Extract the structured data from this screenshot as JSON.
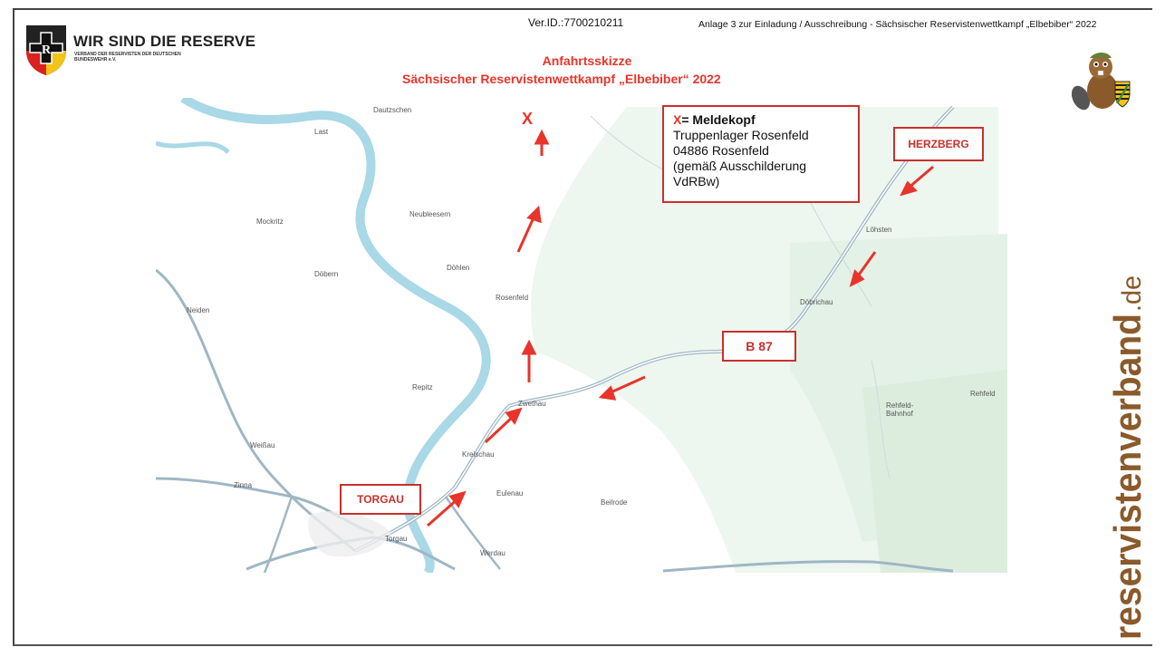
{
  "header": {
    "org_title": "WIR SIND DIE RESERVE",
    "org_subtitle": "VERBAND DER RESERVISTEN DER DEUTSCHEN BUNDESWEHR e.V.",
    "version_id": "Ver.ID.:7700210211",
    "annex": "Anlage 3 zur Einladung / Ausschreibung - Sächsischer Reservistenwettkampf „Elbebiber“ 2022"
  },
  "title": {
    "line1": "Anfahrtsskizze",
    "line2": "Sächsischer Reservistenwettkampf „Elbebiber“ 2022"
  },
  "legend": {
    "marker": "X",
    "marker_label": "= Meldekopf",
    "line1": "Truppenlager Rosenfeld",
    "line2": "04886 Rosenfeld",
    "line3": "(gemäß Ausschilderung",
    "line4": "VdRBw)"
  },
  "callouts": {
    "herzberg": "HERZBERG",
    "b87": "B 87",
    "torgau": "TORGAU",
    "destination": "X"
  },
  "places": {
    "dautzschen": "Dautzschen",
    "last": "Last",
    "mockritz": "Mockritz",
    "neubleesern": "Neubleesern",
    "doehlen": "Döhlen",
    "doebern": "Döbern",
    "neiden": "Neiden",
    "rosenfeld": "Rosenfeld",
    "repitz": "Repitz",
    "zwethau": "Zwethau",
    "weissau": "Weißau",
    "kreischau": "Kreischau",
    "eulenau": "Eulenau",
    "beilrode": "Beilrode",
    "zinna": "Zinna",
    "torgau": "Torgau",
    "werdau": "Werdau",
    "loehsten": "Löhsten",
    "doebrichau": "Döbrichau",
    "rehfeld": "Rehfeld",
    "rehfeld_bahnhof": "Rehfeld-Bahnhof"
  },
  "side_text": {
    "site": "reservistenverband",
    "tld": ".de"
  },
  "colors": {
    "accent_red": "#e8342a",
    "frame_red": "#c9302c",
    "river": "#a9d8e6",
    "forest": "#e6f2ea",
    "road": "#9fb7c4",
    "side_text": "#8b5a2b"
  }
}
